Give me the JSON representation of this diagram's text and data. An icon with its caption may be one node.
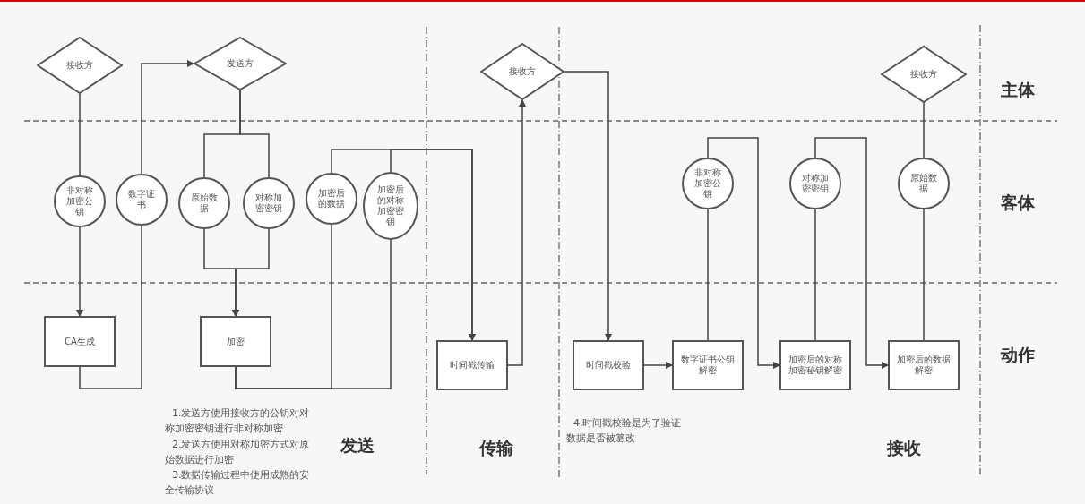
{
  "diagram": {
    "nodes": [
      {
        "text": [
          "接收方"
        ]
      },
      {
        "text": [
          "发送方"
        ]
      },
      {
        "text": [
          "接收方"
        ]
      },
      {
        "text": [
          "接收方"
        ]
      },
      {
        "text": [
          "非对称加密公钥"
        ]
      },
      {
        "text": [
          "数字证书"
        ]
      },
      {
        "text": [
          "原始数据"
        ]
      },
      {
        "text": [
          "对称加密密钥"
        ]
      },
      {
        "text": [
          "加密后的数据"
        ]
      },
      {
        "text": [
          "加密后的对称加密密钥"
        ]
      },
      {
        "text": [
          "非对称加密公钥"
        ]
      },
      {
        "text": [
          "对称加密密钥"
        ]
      },
      {
        "text": [
          "原始数据"
        ]
      },
      {
        "text": [
          "CA生成"
        ]
      },
      {
        "text": [
          "加密"
        ]
      },
      {
        "text": [
          "时间戳传输"
        ]
      },
      {
        "text": [
          "时间戳校验"
        ]
      },
      {
        "text": [
          "数字证书公钥解密"
        ]
      },
      {
        "text": [
          "加密后的对称加密秘钥解密"
        ]
      },
      {
        "text": [
          "加密后的数据解密"
        ]
      }
    ],
    "edges": [
      {
        "from": 0,
        "to": 4,
        "arrow": "none"
      },
      {
        "from": 4,
        "to": 13,
        "arrow": "to"
      },
      {
        "from": 13,
        "to": 5,
        "arrow": "none"
      },
      {
        "from": 5,
        "to": 1,
        "arrow": "to"
      },
      {
        "from": 1,
        "to": 6,
        "arrow": "none"
      },
      {
        "from": 1,
        "to": 7,
        "arrow": "none"
      },
      {
        "from": 6,
        "to": 14,
        "arrow": "to"
      },
      {
        "from": 7,
        "to": 14,
        "arrow": "to"
      },
      {
        "from": 14,
        "to": 8,
        "arrow": "none"
      },
      {
        "from": 14,
        "to": 9,
        "arrow": "none"
      },
      {
        "from": 8,
        "to": 15,
        "arrow": "to"
      },
      {
        "from": 9,
        "to": 15,
        "arrow": "to"
      },
      {
        "from": 15,
        "to": 2,
        "arrow": "to"
      },
      {
        "from": 2,
        "to": 16,
        "arrow": "to"
      },
      {
        "from": 16,
        "to": 17,
        "arrow": "to"
      },
      {
        "from": 17,
        "to": 10,
        "arrow": "none"
      },
      {
        "from": 10,
        "to": 18,
        "arrow": "to"
      },
      {
        "from": 18,
        "to": 11,
        "arrow": "none"
      },
      {
        "from": 11,
        "to": 19,
        "arrow": "to"
      },
      {
        "from": 19,
        "to": 12,
        "arrow": "none"
      },
      {
        "from": 12,
        "to": 3,
        "arrow": "to"
      }
    ],
    "labels": [
      "主体",
      "客体",
      "动作",
      "1.发送方使用接收方的公钥对对称加密密钥进行非对称加密",
      "2.发送方使用对称加密方式对原始数据进行加密",
      "3.数据传输过程中使用成熟的安全传输协议",
      "发送",
      "传输",
      "4.时间戳校验是为了验证数据是否被篡改",
      "接收"
    ]
  }
}
